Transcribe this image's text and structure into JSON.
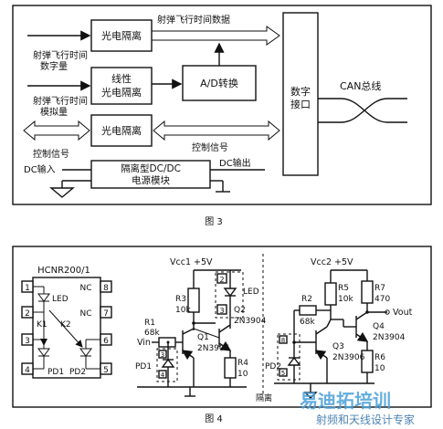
{
  "fig3": {
    "caption": "图 3",
    "optical_1": "光电隔离",
    "linear_optical_1": "线性",
    "linear_optical_2": "光电隔离",
    "ad_convert": "A/D转换",
    "optical_2": "光电隔离",
    "dcdc_1": "隔离型DC/DC",
    "dcdc_2": "电源模块",
    "digital_if_1": "数字",
    "digital_if_2": "接口",
    "flight_time_data": "射弹飞行时间数据",
    "flight_digital_1": "射弹飞行时间",
    "flight_digital_2": "数字量",
    "flight_analog_1": "射弹飞行时间",
    "flight_analog_2": "模拟量",
    "control_signal_left": "控制信号",
    "control_signal_right": "控制信号",
    "dc_in": "DC输入",
    "dc_out": "DC输出",
    "can_bus": "CAN总线"
  },
  "fig4": {
    "caption": "图 4",
    "chip": "HCNR200/1",
    "pins": [
      "1",
      "2",
      "3",
      "4",
      "5",
      "6",
      "7",
      "8"
    ],
    "nc": "NC",
    "led": "LED",
    "k1": "K1",
    "k2": "K2",
    "pd1": "PD1",
    "pd2": "PD2",
    "vcc1": "Vcc1 +5V",
    "vcc2": "Vcc2 +5V",
    "r1": "R1",
    "r1v": "68k",
    "r2": "R2",
    "r2v": "68k",
    "r3": "R3",
    "r3v": "10k",
    "r4": "R4",
    "r4v": "10",
    "r5": "R5",
    "r5v": "10k",
    "r6": "R6",
    "r6v": "10",
    "r7": "R7",
    "r7v": "470",
    "q1": "Q1",
    "q1v": "2N3906",
    "q2": "Q2",
    "q2v": "2N3904",
    "q3": "Q3",
    "q3v": "2N3906",
    "q4": "Q4",
    "q4v": "2N3904",
    "vin": "Vin",
    "vout": "Vout",
    "isolation": "隔离",
    "led_pin2": "2",
    "led_pin3": "3",
    "pd2_pin8": "8",
    "pd2_pin5": "5",
    "pd1_pin3": "3",
    "pd1_pin4": "4",
    "led_label2": "LED"
  },
  "watermark": {
    "main": "易迪拓培训",
    "sub": "射频和天线设计专家"
  }
}
